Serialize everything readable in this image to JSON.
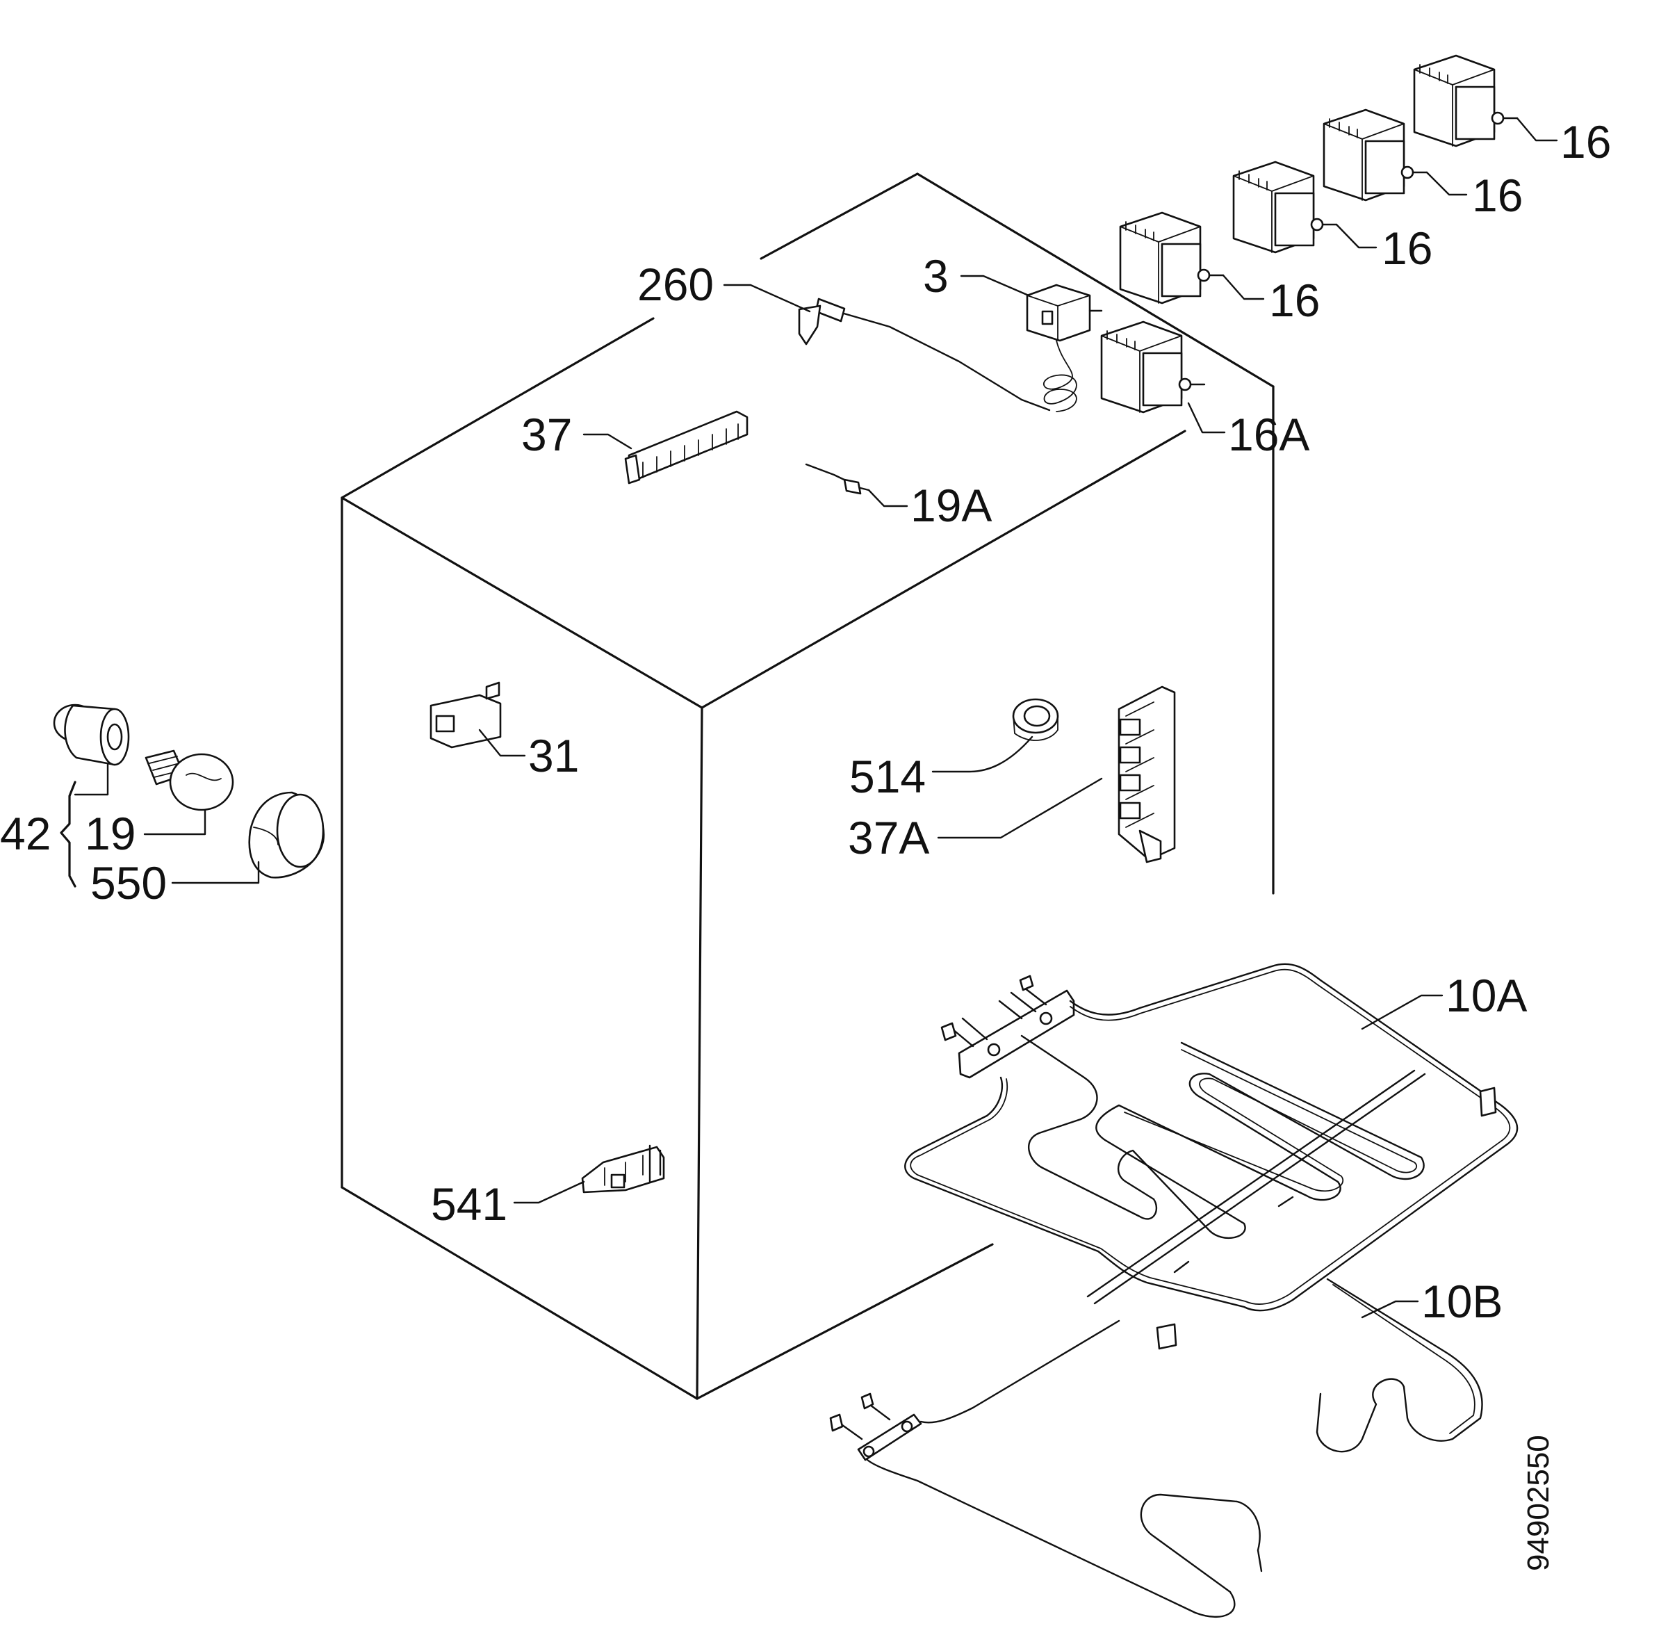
{
  "labels": {
    "l260": "260",
    "l3": "3",
    "l16a": "16",
    "l16b": "16",
    "l16c": "16",
    "l16d": "16",
    "l16A": "16A",
    "l37": "37",
    "l19A": "19A",
    "l31": "31",
    "l514": "514",
    "l37A": "37A",
    "l42": "42",
    "l19": "19",
    "l550": "550",
    "l541": "541",
    "l10A": "10A",
    "l10B": "10B"
  },
  "drawing_number": "94902550"
}
